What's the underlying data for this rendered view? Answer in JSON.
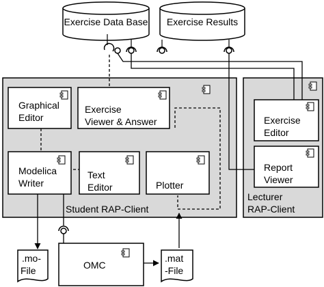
{
  "databases": {
    "exercise_db": "Exercise Data Base",
    "exercise_results": "Exercise Results"
  },
  "containers": {
    "student_client": "Student RAP-Client",
    "lecturer_client": [
      "Lecturer",
      "RAP-Client"
    ]
  },
  "components": {
    "graphical_editor": [
      "Graphical",
      "Editor"
    ],
    "exercise_viewer": [
      "Exercise",
      "Viewer & Answer"
    ],
    "modelica_writer": [
      "Modelica",
      "Writer"
    ],
    "text_editor": [
      "Text",
      "Editor"
    ],
    "plotter": "Plotter",
    "exercise_editor": [
      "Exercise",
      "Editor"
    ],
    "report_viewer": [
      "Report",
      "Viewer"
    ],
    "omc": "OMC"
  },
  "files": {
    "mo_file": [
      ".mo-",
      "File"
    ],
    "mat_file": [
      ".mat",
      "-File"
    ]
  },
  "colors": {
    "container_fill": "#d9d9d9",
    "box_fill": "#ffffff",
    "stroke": "#000000"
  }
}
